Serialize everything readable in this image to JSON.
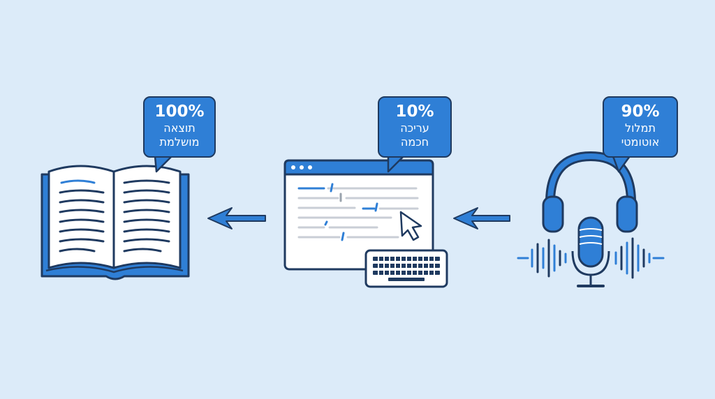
{
  "stages": [
    {
      "id": "book",
      "percent": "100%",
      "label_line1": "תוצאה",
      "label_line2": "מושלמת",
      "icon": "open-book-icon"
    },
    {
      "id": "edit",
      "percent": "10%",
      "label_line1": "עריכה",
      "label_line2": "חכמה",
      "icon": "text-editor-window-icon"
    },
    {
      "id": "audio",
      "percent": "90%",
      "label_line1": "תמלול",
      "label_line2": "אוטומטי",
      "icon": "headphones-microphone-icon"
    }
  ],
  "flow_direction": "right-to-left",
  "colors": {
    "background": "#dcebf9",
    "accent": "#2f7fd6",
    "outline": "#1f3a60",
    "paper": "#ffffff",
    "line_gray": "#c9ced6"
  }
}
